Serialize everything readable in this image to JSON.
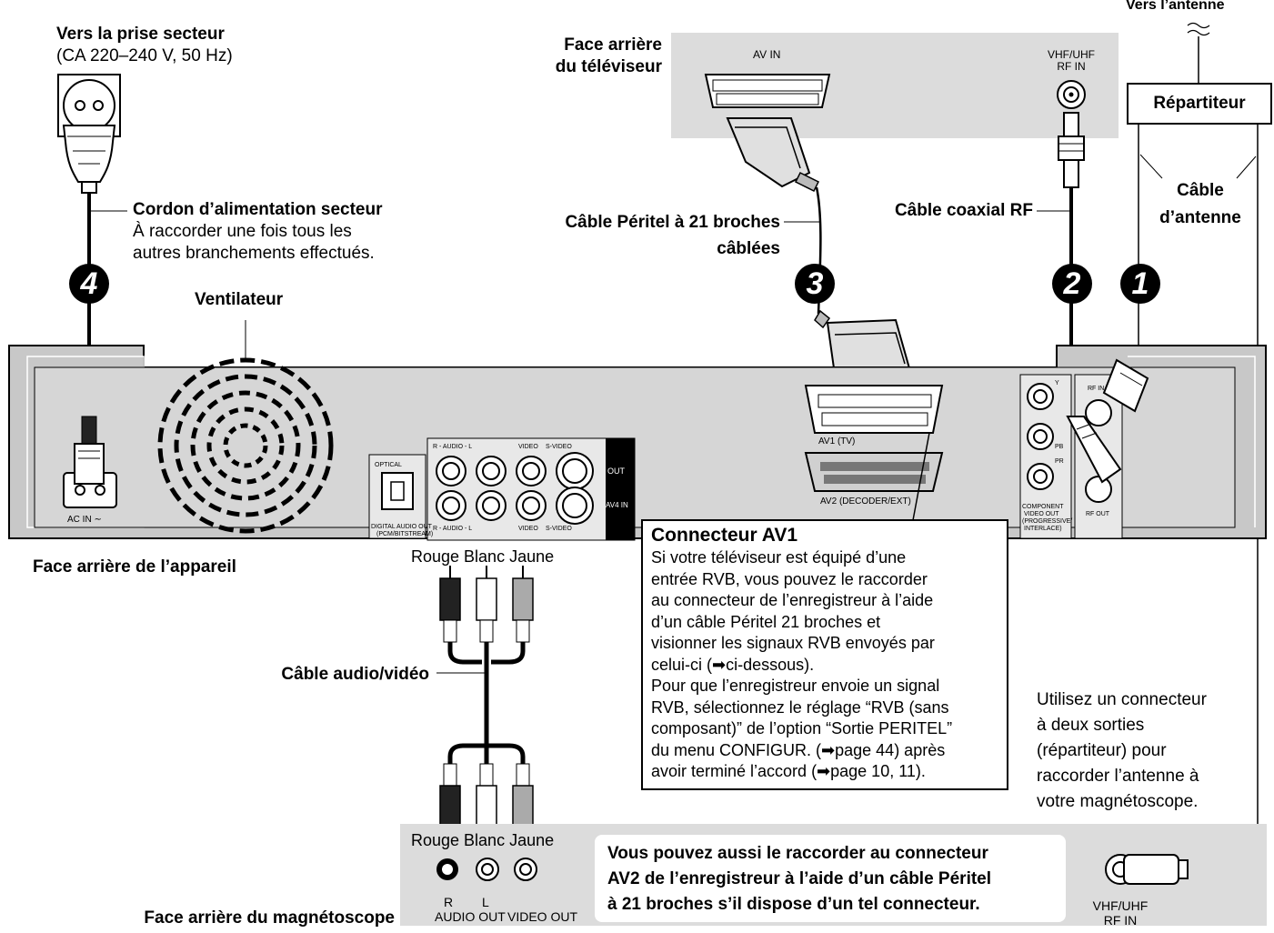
{
  "labels": {
    "antenna": "Vers l’antenne",
    "mains_title": "Vers la prise secteur",
    "mains_spec": "(CA 220–240 V, 50 Hz)",
    "tv_back_1": "Face arrière",
    "tv_back_2": "du téléviseur",
    "tv_av_in": "AV IN",
    "tv_rf_in_1": "VHF/UHF",
    "tv_rf_in_2": "RF IN",
    "splitter": "Répartiteur",
    "antenna_cable_1": "Câble",
    "antenna_cable_2": "d’antenne",
    "power_cord_title": "Cordon d’alimentation secteur",
    "power_cord_line1": "À raccorder une fois tous les",
    "power_cord_line2": "autres branchements effectués.",
    "peritel_cable_1": "Câble Péritel à 21 broches",
    "peritel_cable_2": "câblées",
    "coax_cable": "Câble coaxial RF",
    "fan": "Ventilateur",
    "unit_back": "Face arrière de l’appareil",
    "rca_colors": "Rouge Blanc Jaune",
    "av_cable": "Câble audio/vidéo",
    "vcr_colors": "Rouge Blanc Jaune",
    "vcr_back": "Face arrière du magnétoscope",
    "vcr_rf_1": "VHF/UHF",
    "vcr_rf_2": "RF IN"
  },
  "steps": [
    "1",
    "2",
    "3",
    "4"
  ],
  "panel": {
    "ac_in": "AC IN ∼",
    "optical": "OPTICAL",
    "digital_out_1": "DIGITAL AUDIO OUT",
    "digital_out_2": "(PCM/BITSTREAM)",
    "out_row_label": "R - AUDIO - L",
    "out_video": "VIDEO",
    "out_svideo": "S-VIDEO",
    "out_tag": "OUT",
    "in_row_label": "R - AUDIO - L",
    "in_video": "VIDEO",
    "in_svideo": "S-VIDEO",
    "in_tag": "AV4 IN",
    "av1": "AV1  (TV)",
    "av2": "AV2  (DECODER/EXT)",
    "y": "Y",
    "pb": "PB",
    "pr": "PR",
    "component_1": "COMPONENT",
    "component_2": "VIDEO OUT",
    "component_3": "(PROGRESSIVE/",
    "component_4": "INTERLACE)",
    "rf_in": "RF IN",
    "rf_out": "RF OUT"
  },
  "av1_note": {
    "title": "Connecteur AV1",
    "lines": [
      "Si votre téléviseur est équipé d’une",
      "entrée RVB, vous pouvez le raccorder",
      "au connecteur de l’enregistreur à l’aide",
      "d’un câble Péritel 21 broches et",
      "visionner les signaux RVB envoyés par",
      "celui-ci (➡ci-dessous).",
      "Pour que l’enregistreur envoie un signal",
      "RVB, sélectionnez le réglage “RVB (sans",
      "composant)” de l’option “Sortie PERITEL”",
      "du menu CONFIGUR. (➡page 44) après",
      "avoir terminé l’accord (➡page 10, 11)."
    ]
  },
  "splitter_note": {
    "lines": [
      "Utilisez un connecteur",
      "à deux sorties",
      "(répartiteur) pour",
      "raccorder l’antenne à",
      "votre magnétoscope."
    ]
  },
  "vcr_panel": {
    "r": "R",
    "l": "L",
    "audio_out": "AUDIO OUT",
    "video_out": "VIDEO OUT",
    "av2_note": [
      "Vous pouvez aussi le raccorder au connecteur",
      "AV2 de l’enregistreur à l’aide d’un câble Péritel",
      "à 21 broches s’il dispose d’un tel connecteur."
    ]
  },
  "colors": {
    "panel_gray": "#d8d8d8",
    "panel_dark": "#bdbdbd",
    "line": "#000000"
  }
}
